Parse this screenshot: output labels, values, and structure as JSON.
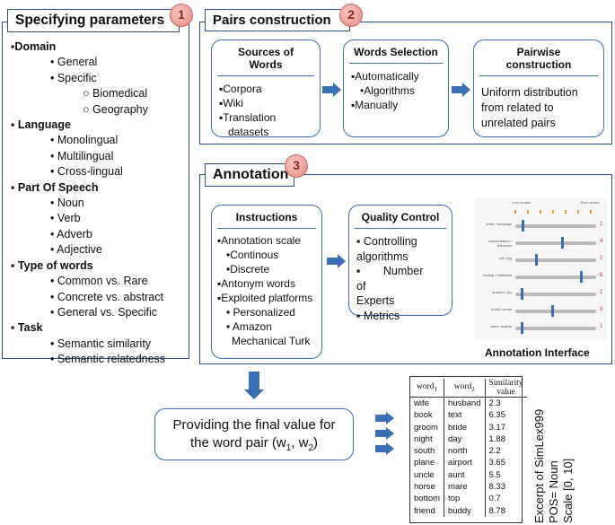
{
  "specifying": {
    "title": "Specifying parameters",
    "badge": "1",
    "lines": [
      {
        "t": "▪Domain",
        "lvl": "h"
      },
      {
        "t": "• General",
        "lvl": "i1"
      },
      {
        "t": "• Specific",
        "lvl": "i1"
      },
      {
        "t": "○ Biomedical",
        "lvl": "i2"
      },
      {
        "t": "○ Geography",
        "lvl": "i2"
      },
      {
        "t": "▪ Language",
        "lvl": "h"
      },
      {
        "t": "• Monolingual",
        "lvl": "i1"
      },
      {
        "t": "• Multilingual",
        "lvl": "i1"
      },
      {
        "t": "• Cross-lingual",
        "lvl": "i1"
      },
      {
        "t": "▪ Part Of Speech",
        "lvl": "h"
      },
      {
        "t": "• Noun",
        "lvl": "i1"
      },
      {
        "t": "• Verb",
        "lvl": "i1"
      },
      {
        "t": "• Adverb",
        "lvl": "i1"
      },
      {
        "t": "• Adjective",
        "lvl": "i1"
      },
      {
        "t": "▪ Type of words",
        "lvl": "h"
      },
      {
        "t": "• Common vs. Rare",
        "lvl": "i1"
      },
      {
        "t": "• Concrete vs. abstract",
        "lvl": "i1"
      },
      {
        "t": "• General vs. Specific",
        "lvl": "i1"
      },
      {
        "t": "▪ Task",
        "lvl": "h"
      },
      {
        "t": "• Semantic similarity",
        "lvl": "i1"
      },
      {
        "t": "• Semantic relatedness",
        "lvl": "i1"
      }
    ]
  },
  "pairs": {
    "title": "Pairs construction",
    "badge": "2",
    "sources": {
      "title": "Sources of Words",
      "items": [
        "▪Corpora",
        "▪Wiki",
        "▪Translation",
        "datasets"
      ]
    },
    "selection": {
      "title": "Words Selection",
      "items": [
        "▪Automatically",
        "•Algorithms",
        "▪Manually"
      ]
    },
    "pairwise": {
      "title": "Pairwise construction",
      "text": "Uniform distribution from related to unrelated pairs"
    }
  },
  "annotation": {
    "title": "Annotation",
    "badge": "3",
    "instructions": {
      "title": "Instructions",
      "items": [
        "▪Annotation scale",
        "•Continous",
        "•Discrete",
        "▪Antonym words",
        "▪Exploited platforms",
        "• Personalized",
        "• Amazon",
        "Mechanical Turk"
      ]
    },
    "quality": {
      "title": "Quality Control",
      "items": [
        "▪ Controlling",
        "algorithms",
        "▪ Number of",
        "Experts",
        "▪ Metrics"
      ]
    },
    "interface_caption": "Annotation Interface",
    "interface_header_left": "Less similar",
    "interface_header_right": "More similar",
    "interface_rows": [
      {
        "label": "letter / message",
        "level": 0.08,
        "score": "1"
      },
      {
        "label": "concentration / boldness",
        "level": 0.58,
        "score": "4"
      },
      {
        "label": "tail / jug",
        "level": 0.25,
        "score": "2"
      },
      {
        "label": "rooftop / cathedral",
        "level": 0.82,
        "score": "5"
      },
      {
        "label": "autumn / joy",
        "level": 0.07,
        "score": "1"
      },
      {
        "label": "brazil / moral",
        "level": 0.45,
        "score": "3"
      },
      {
        "label": "area / regime",
        "level": 0.07,
        "score": "1"
      }
    ]
  },
  "final": {
    "text_line1": "Providing the final value for",
    "text_line2": "the word pair (w",
    "sub1": "1",
    "mid": ", w",
    "sub2": "2",
    "end": ")"
  },
  "table": {
    "headers": [
      "word",
      "word",
      "Similarity value"
    ],
    "header_subs": [
      "1",
      "2"
    ],
    "rows": [
      [
        "wife",
        "husband",
        "2.3"
      ],
      [
        "book",
        "text",
        "6.35"
      ],
      [
        "groom",
        "bride",
        "3.17"
      ],
      [
        "night",
        "day",
        "1.88"
      ],
      [
        "south",
        "north",
        "2.2"
      ],
      [
        "plane",
        "airport",
        "3.65"
      ],
      [
        "uncle",
        "aunt",
        "5.5"
      ],
      [
        "horse",
        "mare",
        "8.33"
      ],
      [
        "bottom",
        "top",
        "0.7"
      ],
      [
        "friend",
        "buddy",
        "8.78"
      ]
    ],
    "caption_lines": [
      "Excerpt of SimLex999",
      "POS= Noun",
      "Scale [0, 10]"
    ]
  },
  "colors": {
    "border": "#2f4f8a",
    "box": "#3b6db3",
    "arrow": "#3a6fb5",
    "badge": "#e48a80"
  }
}
